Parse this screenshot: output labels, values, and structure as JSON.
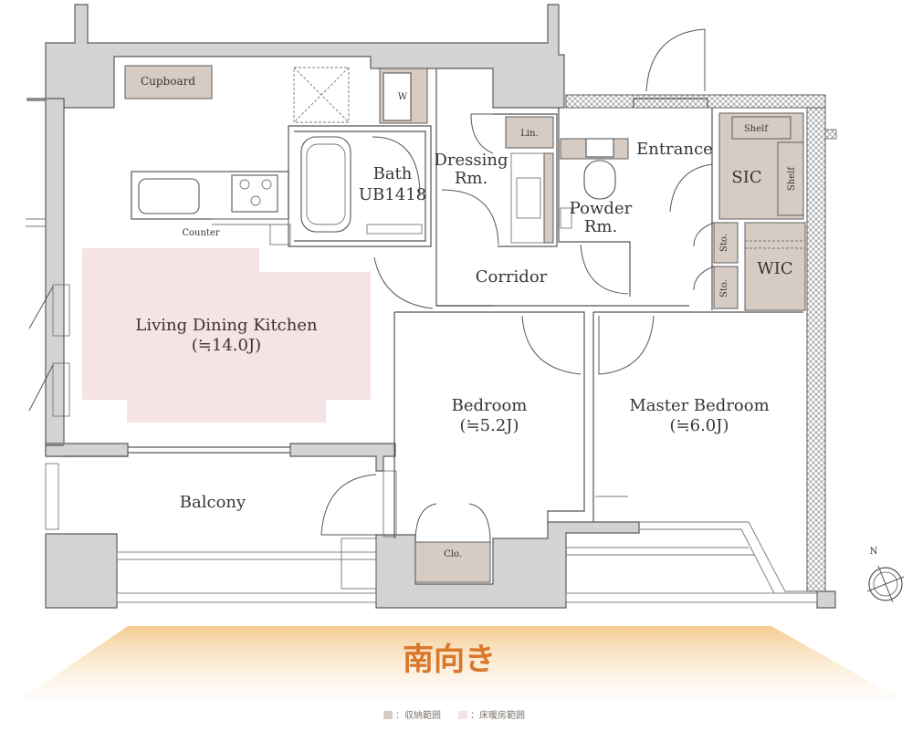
{
  "rooms": {
    "cupboard": "Cupboard",
    "washer": "W",
    "bath": "Bath",
    "bath_model": "UB1418",
    "dressing_1": "Dressing",
    "dressing_2": "Rm.",
    "linen": "Lin.",
    "entrance": "Entrance",
    "shelf_top": "Shelf",
    "shelf_side": "Shelf",
    "sic": "SIC",
    "counter": "Counter",
    "powder_1": "Powder",
    "powder_2": "Rm.",
    "corridor": "Corridor",
    "sto_upper": "Sto.",
    "sto_lower": "Sto.",
    "wic": "WIC",
    "ldk": "Living Dining Kitchen",
    "ldk_size": "(≒14.0J)",
    "bedroom": "Bedroom",
    "bedroom_size": "(≒5.2J)",
    "master": "Master Bedroom",
    "master_size": "(≒6.0J)",
    "balcony": "Balcony",
    "closet": "Clo."
  },
  "compass": {
    "north": "N"
  },
  "orientation": {
    "label": "南向き"
  },
  "legend": {
    "storage": "：収納範囲",
    "heating": "：床暖房範囲"
  },
  "colors": {
    "wall": "#d3d3d3",
    "storage": "#d7ccc3",
    "floor_heating": "#f6e3e3",
    "orientation_text": "#d9772b",
    "orientation_band": "#f7d9a6"
  }
}
